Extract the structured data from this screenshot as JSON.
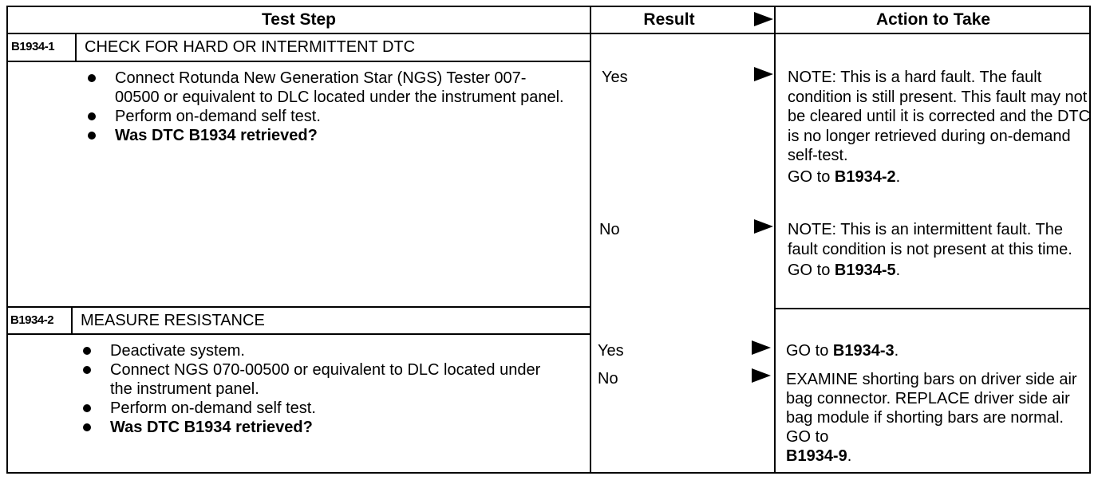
{
  "headers": {
    "test_step": "Test Step",
    "result": "Result",
    "action": "Action to Take"
  },
  "steps": [
    {
      "code": "B1934-1",
      "title": "CHECK FOR HARD OR INTERMITTENT DTC",
      "bullets": [
        "Connect Rotunda New Generation Star (NGS) Tester 007-00500 or equivalent to DLC located under the instrument panel.",
        "Perform on-demand self test.",
        "Was DTC B1934 retrieved?"
      ],
      "results": [
        {
          "label": "Yes",
          "note": "NOTE: This is a hard fault. The fault condition is still present. This fault may not be cleared until it is corrected and the DTC is no longer retrieved during on-demand self-test.",
          "goto_prefix": "GO to ",
          "goto_target": "B1934-2",
          "goto_suffix": "."
        },
        {
          "label": "No",
          "note": "NOTE: This is an intermittent fault. The fault condition is not present at this time.",
          "goto_prefix": "GO to ",
          "goto_target": "B1934-5",
          "goto_suffix": "."
        }
      ]
    },
    {
      "code": "B1934-2",
      "title": "MEASURE RESISTANCE",
      "bullets": [
        "Deactivate system.",
        "Connect NGS 070-00500 or equivalent to DLC located under the instrument panel.",
        "Perform on-demand self test.",
        "Was DTC B1934 retrieved?"
      ],
      "results": [
        {
          "label": "Yes",
          "goto_prefix": "GO to ",
          "goto_target": "B1934-3",
          "goto_suffix": "."
        },
        {
          "label": "No",
          "note": "EXAMINE shorting bars on driver side air bag connector. REPLACE driver side air bag module if shorting bars are normal. GO to",
          "goto_target": "B1934-9",
          "goto_suffix": "."
        }
      ]
    }
  ]
}
